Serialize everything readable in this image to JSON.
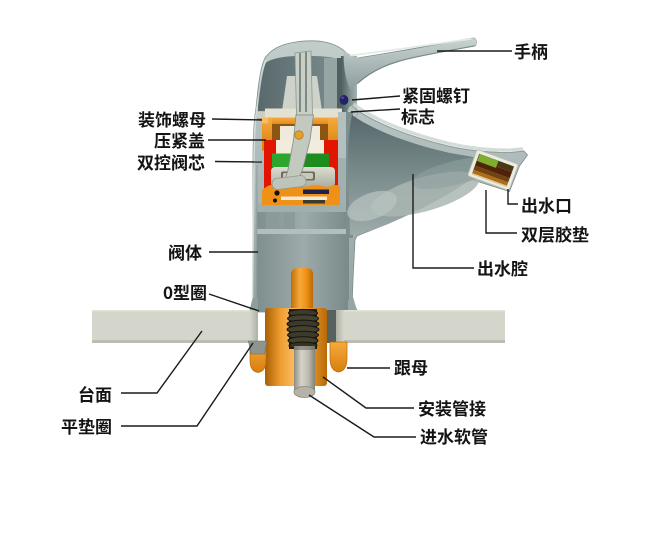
{
  "figure": {
    "kind": "faucet-cross-section-diagram",
    "background": "#ffffff"
  },
  "labels": {
    "handle": {
      "text": "手柄"
    },
    "set_screw": {
      "text": "紧固螺钉"
    },
    "logo": {
      "text": "标志"
    },
    "decor_nut": {
      "text": "装饰螺母"
    },
    "press_cap": {
      "text": "压紧盖"
    },
    "cartridge": {
      "text": "双控阀芯"
    },
    "valve_body": {
      "text": "阀体"
    },
    "o_ring": {
      "text": "0型圈"
    },
    "countertop": {
      "text": "台面"
    },
    "flat_washer": {
      "text": "平垫圈"
    },
    "lock_nut": {
      "text": "跟母"
    },
    "mount_connector": {
      "text": "安装管接"
    },
    "inlet_hose": {
      "text": "进水软管"
    },
    "spout_outlet": {
      "text": "出水口"
    },
    "double_gasket": {
      "text": "双层胶垫"
    },
    "outlet_chamber": {
      "text": "出水腔"
    }
  },
  "colors": {
    "faucet_gray": "#b7c2c1",
    "cut_gray": "#64767a",
    "cartridge_red": "#e21500",
    "seal_green": "#2ca62c",
    "brass_orange": "#ef9116",
    "cap_brown": "#8d5512",
    "screw_navy": "#232264",
    "counter_gray": "#d4d5cb",
    "hose_gray": "#c5c3ba",
    "leader_line": "#1a1a1a",
    "label_text": "#141414"
  }
}
